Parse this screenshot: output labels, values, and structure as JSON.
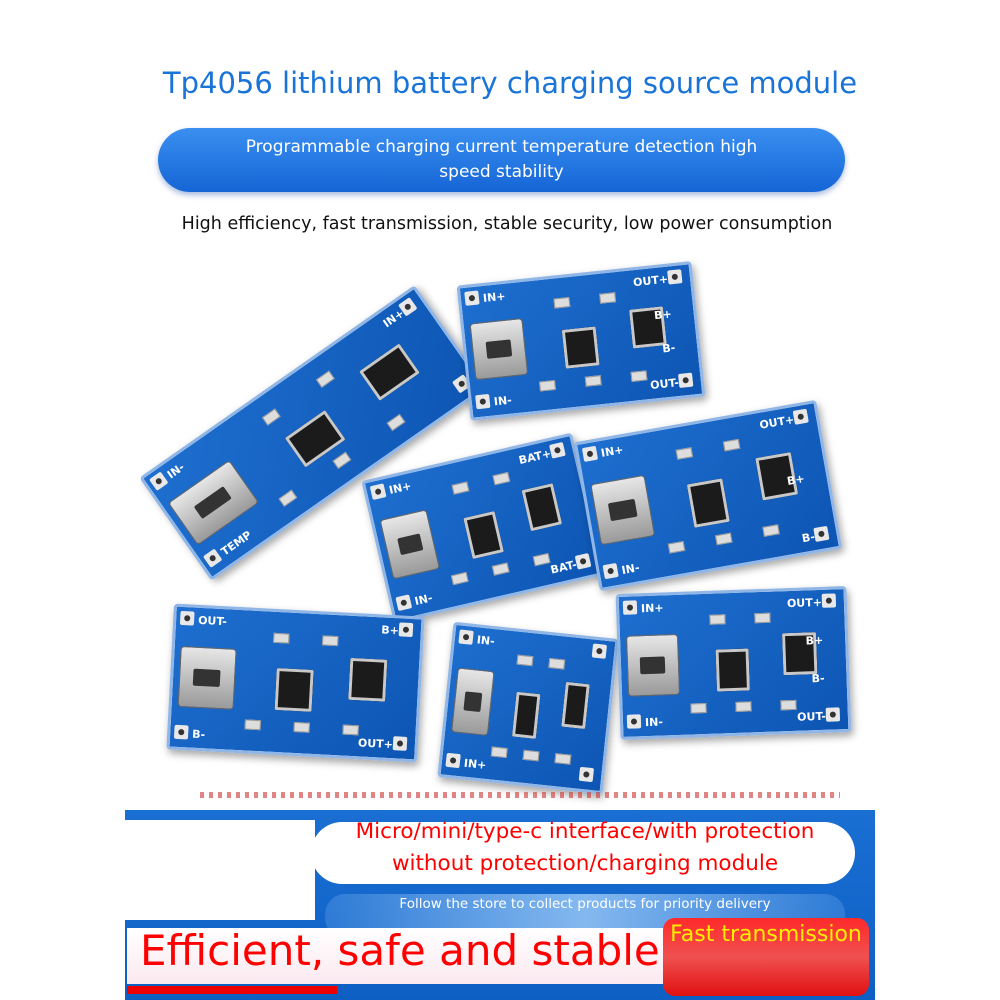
{
  "header": {
    "title": "Tp4056 lithium battery charging source module",
    "banner": "Programmable charging current temperature detection high speed stability",
    "subtitle": "High efficiency, fast transmission, stable security, low power consumption"
  },
  "product_image": {
    "boards": [
      {
        "connector": "mini-usb",
        "labels": [
          "IN-",
          "TEMP",
          "IN+"
        ]
      },
      {
        "connector": "type-c",
        "labels": [
          "IN+",
          "IN-",
          "OUT+",
          "B+",
          "B-",
          "OUT-"
        ]
      },
      {
        "connector": "micro-usb",
        "labels": [
          "IN+",
          "IN-",
          "BAT+",
          "BAT-"
        ]
      },
      {
        "connector": "mini-usb",
        "labels": [
          "IN+",
          "IN-",
          "OUT+",
          "B+",
          "B-"
        ]
      },
      {
        "connector": "type-c",
        "labels": [
          "OUT-",
          "B-",
          "B+",
          "OUT+"
        ]
      },
      {
        "connector": "mini-usb",
        "labels": [
          "IN-",
          "IN+"
        ]
      },
      {
        "connector": "micro-usb",
        "labels": [
          "IN+",
          "IN-",
          "OUT+",
          "B+",
          "B-",
          "OUT-"
        ]
      }
    ],
    "board_color": "#1565c8"
  },
  "footer": {
    "interface_text": "Micro/mini/type-c interface/with protection without protection/charging module",
    "follow_text": "Follow the store to collect products for priority delivery",
    "slogan": "Efficient, safe and stable",
    "badge": "Fast transmission",
    "colors": {
      "slogan": "#ff0000",
      "badge_text": "#ffee00",
      "band": "#1565d6"
    }
  }
}
